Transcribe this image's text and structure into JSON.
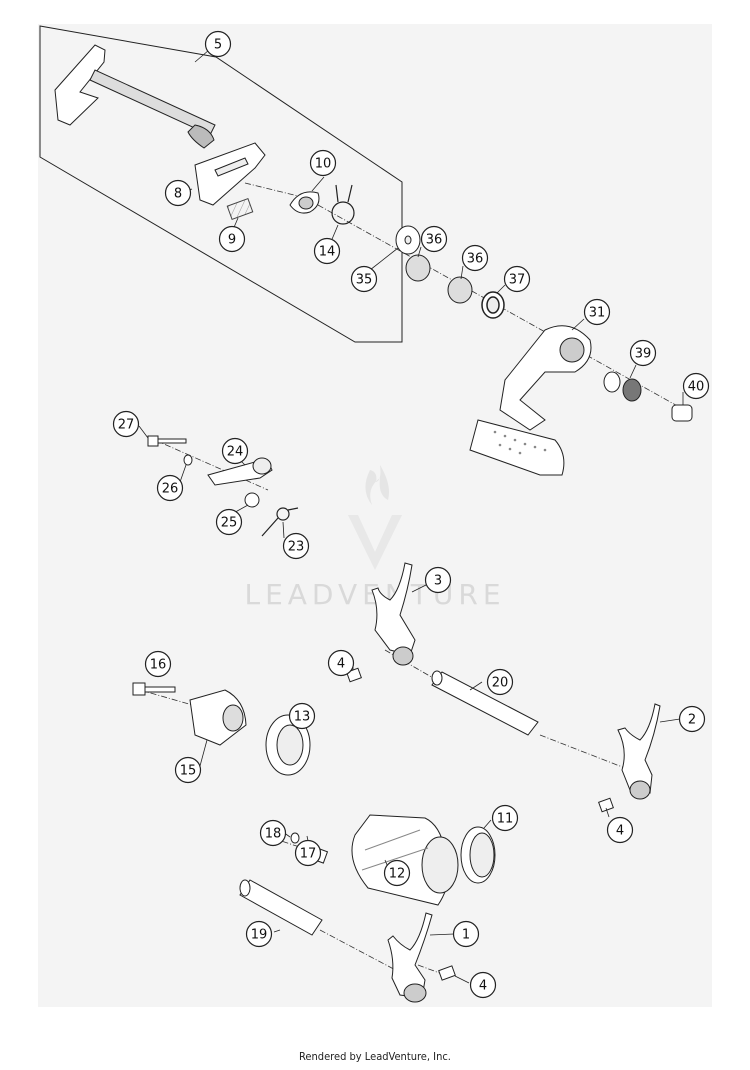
{
  "footer": {
    "text": "Rendered by LeadVenture, Inc."
  },
  "watermark": {
    "text": "LEADVENTURE",
    "color": "#d9d9d9"
  },
  "colors": {
    "background": "#f4f4f4",
    "line": "#222222",
    "part_fill": "#ffffff",
    "callout_fill": "#ffffff"
  },
  "callouts": [
    {
      "id": "c-5",
      "label": "5"
    },
    {
      "id": "c-10",
      "label": "10"
    },
    {
      "id": "c-8",
      "label": "8"
    },
    {
      "id": "c-9",
      "label": "9"
    },
    {
      "id": "c-14",
      "label": "14"
    },
    {
      "id": "c-35",
      "label": "35"
    },
    {
      "id": "c-36a",
      "label": "36"
    },
    {
      "id": "c-36b",
      "label": "36"
    },
    {
      "id": "c-37",
      "label": "37"
    },
    {
      "id": "c-31",
      "label": "31"
    },
    {
      "id": "c-39",
      "label": "39"
    },
    {
      "id": "c-40",
      "label": "40"
    },
    {
      "id": "c-27",
      "label": "27"
    },
    {
      "id": "c-24",
      "label": "24"
    },
    {
      "id": "c-26",
      "label": "26"
    },
    {
      "id": "c-25",
      "label": "25"
    },
    {
      "id": "c-23",
      "label": "23"
    },
    {
      "id": "c-3",
      "label": "3"
    },
    {
      "id": "c-4a",
      "label": "4"
    },
    {
      "id": "c-20",
      "label": "20"
    },
    {
      "id": "c-16",
      "label": "16"
    },
    {
      "id": "c-13",
      "label": "13"
    },
    {
      "id": "c-15",
      "label": "15"
    },
    {
      "id": "c-2",
      "label": "2"
    },
    {
      "id": "c-11",
      "label": "11"
    },
    {
      "id": "c-4b",
      "label": "4"
    },
    {
      "id": "c-18",
      "label": "18"
    },
    {
      "id": "c-17",
      "label": "17"
    },
    {
      "id": "c-12",
      "label": "12"
    },
    {
      "id": "c-19",
      "label": "19"
    },
    {
      "id": "c-1",
      "label": "1"
    },
    {
      "id": "c-4c",
      "label": "4"
    }
  ]
}
